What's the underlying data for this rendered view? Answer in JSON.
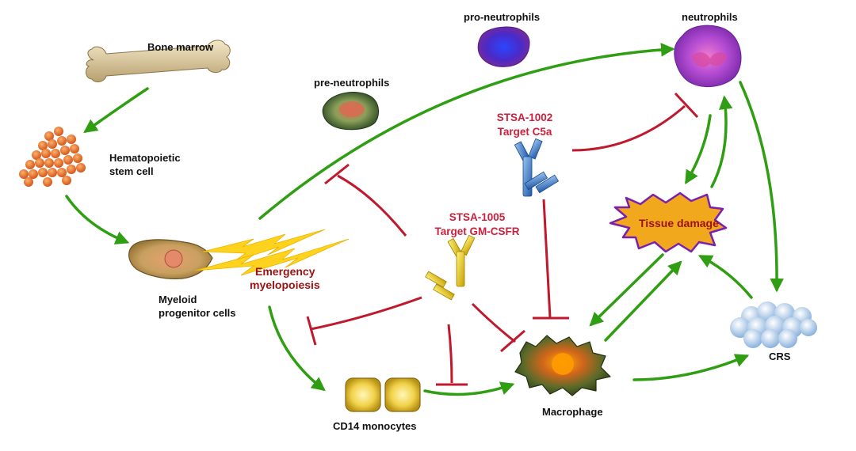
{
  "labels": {
    "bone_marrow": "Bone marrow",
    "hsc_line1": "Hematopoietic",
    "hsc_line2": "stem cell",
    "myeloid_line1": "Myeloid",
    "myeloid_line2": "progenitor cells",
    "emergency_line1": "Emergency",
    "emergency_line2": "myelopoiesis",
    "pre_neutrophils": "pre-neutrophils",
    "pro_neutrophils": "pro-neutrophils",
    "neutrophils": "neutrophils",
    "stsa1002_line1": "STSA-1002",
    "stsa1002_line2": "Target C5a",
    "stsa1005_line1": "STSA-1005",
    "stsa1005_line2": "Target GM-CSFR",
    "tissue_damage": "Tissue damage",
    "crs": "CRS",
    "macrophage": "Macrophage",
    "cd14_monocytes": "CD14 monocytes"
  },
  "colors": {
    "activation_arrow": "#2f9e12",
    "inhibition": "#c0182c",
    "drug_label": "#cc1f3c",
    "emergency_label": "#9a1212",
    "tissue_damage_fill": "#f2a81c",
    "tissue_damage_stroke": "#7a1fb0"
  }
}
